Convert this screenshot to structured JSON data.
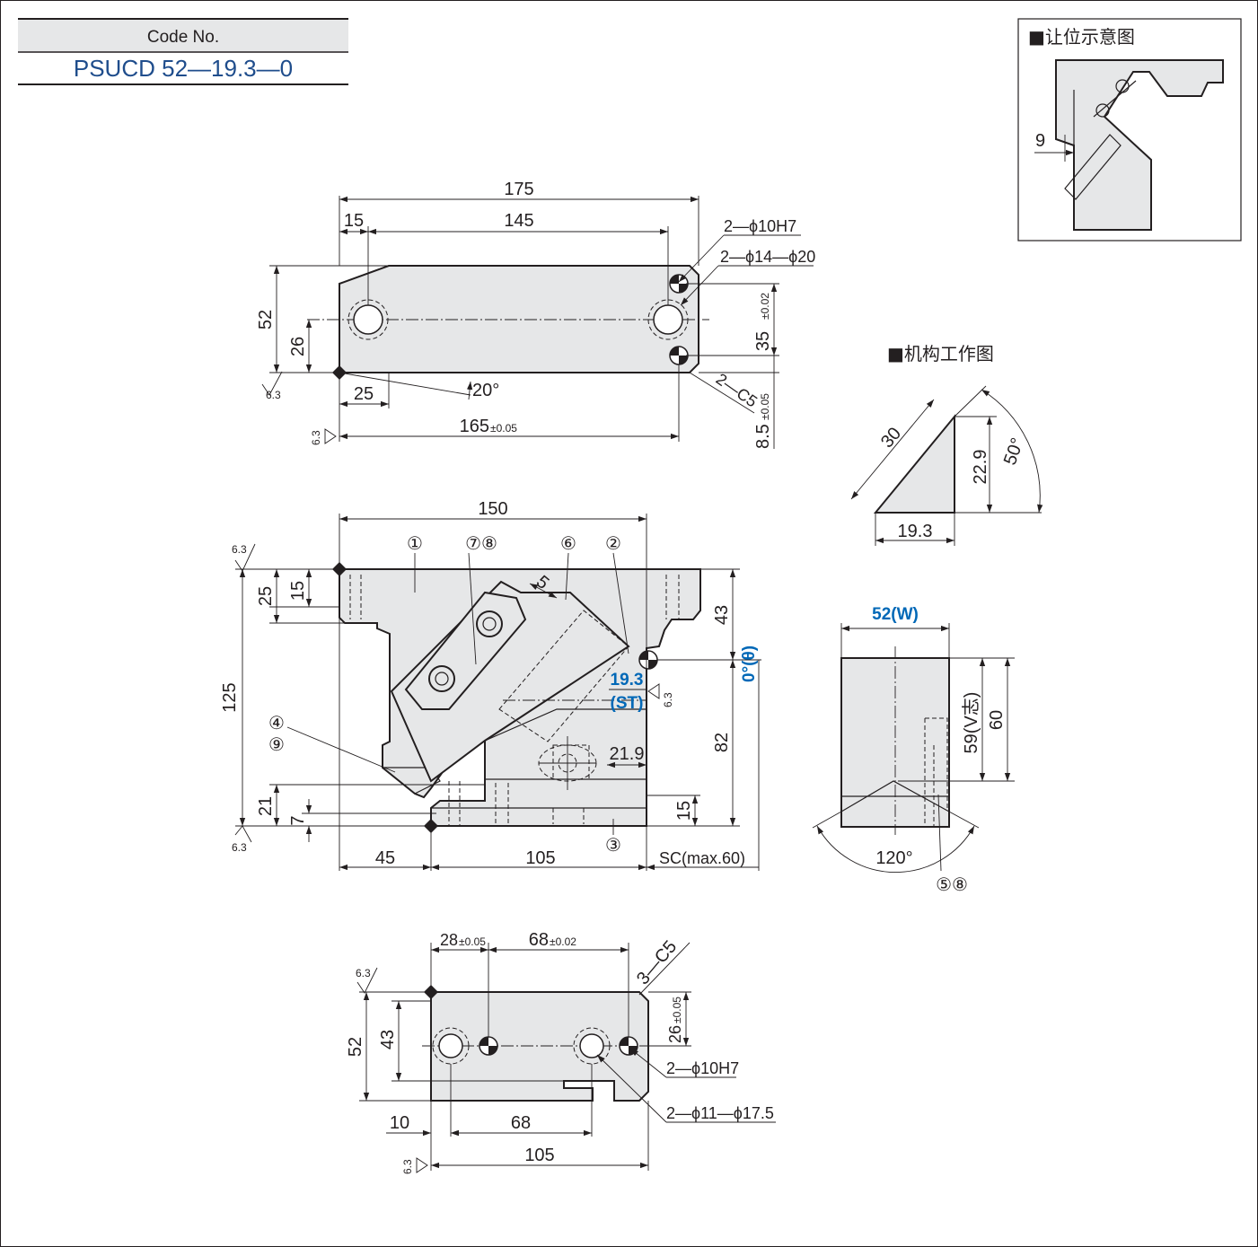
{
  "code_box": {
    "header": "Code No.",
    "part_number": "PSUCD 52—19.3—0"
  },
  "inset_clearance": {
    "title": "■让位示意图",
    "dim": "9"
  },
  "inset_mechanism": {
    "title": "■机构工作图",
    "hyp": "30",
    "height": "22.9",
    "base": "19.3",
    "angle": "50°"
  },
  "top_view": {
    "d175": "175",
    "d15": "15",
    "d145": "145",
    "d52": "52",
    "d26": "26",
    "d25": "25",
    "d20deg": "20°",
    "d165": "165",
    "tol165": "±0.05",
    "d35": "35",
    "tol35": "±0.02",
    "d85": "8.5",
    "tol85": "±0.05",
    "hole1": "2—ϕ10H7",
    "hole2": "2—ϕ14—ϕ20",
    "chamfer": "2—C5",
    "rough": "6.3"
  },
  "front_view": {
    "d150": "150",
    "d125": "125",
    "d25": "25",
    "d15": "15",
    "d43": "43",
    "d82": "82",
    "d5": "5",
    "d21_9": "21.9",
    "d21": "21",
    "d7": "7",
    "d15b": "15",
    "d45": "45",
    "d105": "105",
    "sc": "SC(max.60)",
    "st_val": "19.3",
    "st_lbl": "(ST)",
    "theta": "0°(θ)",
    "rough": "6.3",
    "callouts": [
      "①",
      "⑦⑧",
      "⑥",
      "②",
      "④",
      "⑨",
      "③"
    ]
  },
  "side_view": {
    "width": "52(W)",
    "d59": "59(V志)",
    "d60": "60",
    "angle": "120°",
    "callout": "⑤⑧"
  },
  "bottom_view": {
    "d28": "28",
    "tol28": "±0.05",
    "d68a": "68",
    "tol68": "±0.02",
    "chamfer": "3—C5",
    "d52": "52",
    "d43": "43",
    "d26": "26",
    "tol26": "±0.05",
    "hole1": "2—ϕ10H7",
    "hole2": "2—ϕ11—ϕ17.5",
    "d10": "10",
    "d68b": "68",
    "d105": "105",
    "rough": "6.3"
  },
  "colors": {
    "line": "#231f20",
    "fill": "#e6e7e8",
    "part_number": "#1f4d8c",
    "highlight": "#0068b7"
  }
}
